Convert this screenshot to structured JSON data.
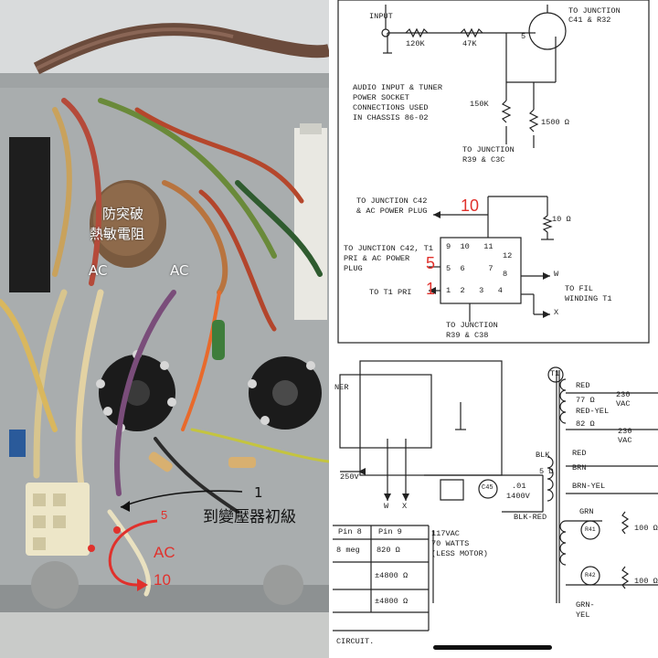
{
  "photo": {
    "thermistor_label_line1": "防突破",
    "thermistor_label_line2": "熱敏電阻",
    "ac_left": "AC",
    "ac_right": "AC",
    "transformer_number": "1",
    "transformer_label": "到變壓器初級",
    "socket_pin_top": "5",
    "socket_ac": "AC",
    "socket_pin_bottom": "10"
  },
  "schematic": {
    "input": "INPUT",
    "to_junction_top": "TO JUNCTION",
    "c41_r32": "C41 & R32",
    "r_120k": "120K",
    "r_47k": "47K",
    "pin_5": "5",
    "audio_note": [
      "AUDIO INPUT & TUNER",
      "POWER SOCKET",
      "CONNECTIONS USED",
      "IN CHASSIS 86-02"
    ],
    "r_150k": "150K",
    "r_1500": "1500 Ω",
    "junction_r39_c3c": [
      "TO JUNCTION",
      "R39 & C3C"
    ],
    "junction_c42": [
      "TO JUNCTION C42",
      "& AC POWER PLUG"
    ],
    "red_10": "10",
    "r_10": "10 Ω",
    "junction_c42_t1": [
      "TO JUNCTION C42, T1",
      "PRI & AC POWER",
      "PLUG"
    ],
    "red_5": "5",
    "red_1": "1",
    "to_t1_pri": "TO T1 PRI",
    "socket_pins_top": "9  10   11",
    "socket_pins_mid": "5  6     7",
    "socket_pins_bot": "1  2   3   4",
    "pin_12": "12",
    "pin_8": "8",
    "w": "W",
    "to_fil": [
      "TO FIL",
      "WINDING T1"
    ],
    "x": "X",
    "junction_r39_c38": [
      "TO JUNCTION",
      "R39 & C38"
    ],
    "ner": "NER",
    "v250": "250V",
    "w2": "W",
    "x2": "X",
    "cap_value": [
      ".01",
      "1400V"
    ],
    "blk": "BLK",
    "blk_red": "BLK-RED",
    "t1": "T1",
    "red_top": "RED",
    "ohm_77": "77 Ω",
    "red_yel": "RED-YEL",
    "ohm_82": "82 Ω",
    "vac_230a": [
      "230",
      "VAC"
    ],
    "vac_230b": [
      "230",
      "VAC"
    ],
    "red_mid": "RED",
    "brn": "BRN",
    "brn_yel": "BRN-YEL",
    "ohm_5": "5 Ω",
    "grn": "GRN",
    "ohm_100a": "100 Ω",
    "ohm_100b": "100 Ω",
    "grn_yel": [
      "GRN-",
      "YEL"
    ],
    "r41": "R41",
    "r42": "R42",
    "c45": "C45",
    "table_pin8": "Pin 8",
    "table_pin9": "Pin 9",
    "table_row1a": "8 meg",
    "table_row1b": "820 Ω",
    "table_row2b": "±4800 Ω",
    "table_row3b": "±4800 Ω",
    "power_note": [
      "117VAC",
      "70 WATTS",
      "(LESS MOTOR)"
    ],
    "circuit": "CIRCUIT."
  },
  "colors": {
    "annotation_red": "#e0312c",
    "chassis_gray": "#b9bcbd",
    "background": "#ffffff"
  }
}
